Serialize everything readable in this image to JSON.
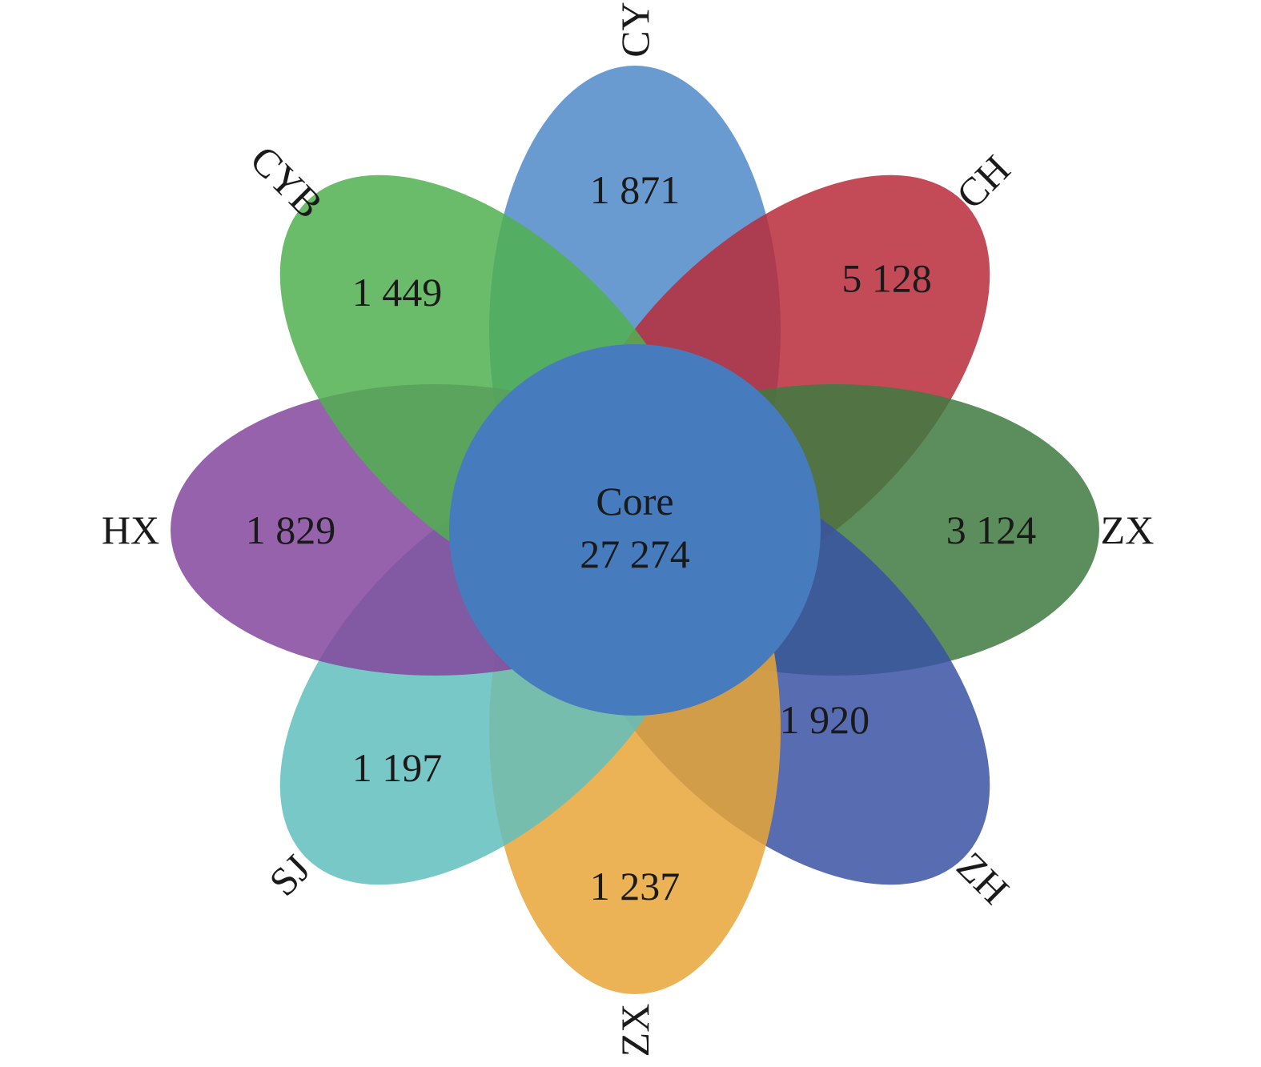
{
  "chart_data": {
    "type": "flower-venn",
    "core": {
      "label": "Core",
      "value": "27 274",
      "color": "#467cbd"
    },
    "petals": [
      {
        "name": "CY",
        "value": "1 871",
        "color": "#4f8ac9",
        "angle": -90
      },
      {
        "name": "CH",
        "value": "5 128",
        "color": "#b82c3a",
        "angle": -45
      },
      {
        "name": "ZX",
        "value": "3 124",
        "color": "#3e7a40",
        "angle": 0
      },
      {
        "name": "ZH",
        "value": "1 920",
        "color": "#3a52a3",
        "angle": 45
      },
      {
        "name": "ZX",
        "value": "1 237",
        "color": "#e8a637",
        "angle": 90
      },
      {
        "name": "SJ",
        "value": "1 197",
        "color": "#62bebe",
        "angle": 135
      },
      {
        "name": "HX",
        "value": "1 829",
        "color": "#83479c",
        "angle": 180
      },
      {
        "name": "CYB",
        "value": "1 449",
        "color": "#50b050",
        "angle": 225
      }
    ]
  }
}
